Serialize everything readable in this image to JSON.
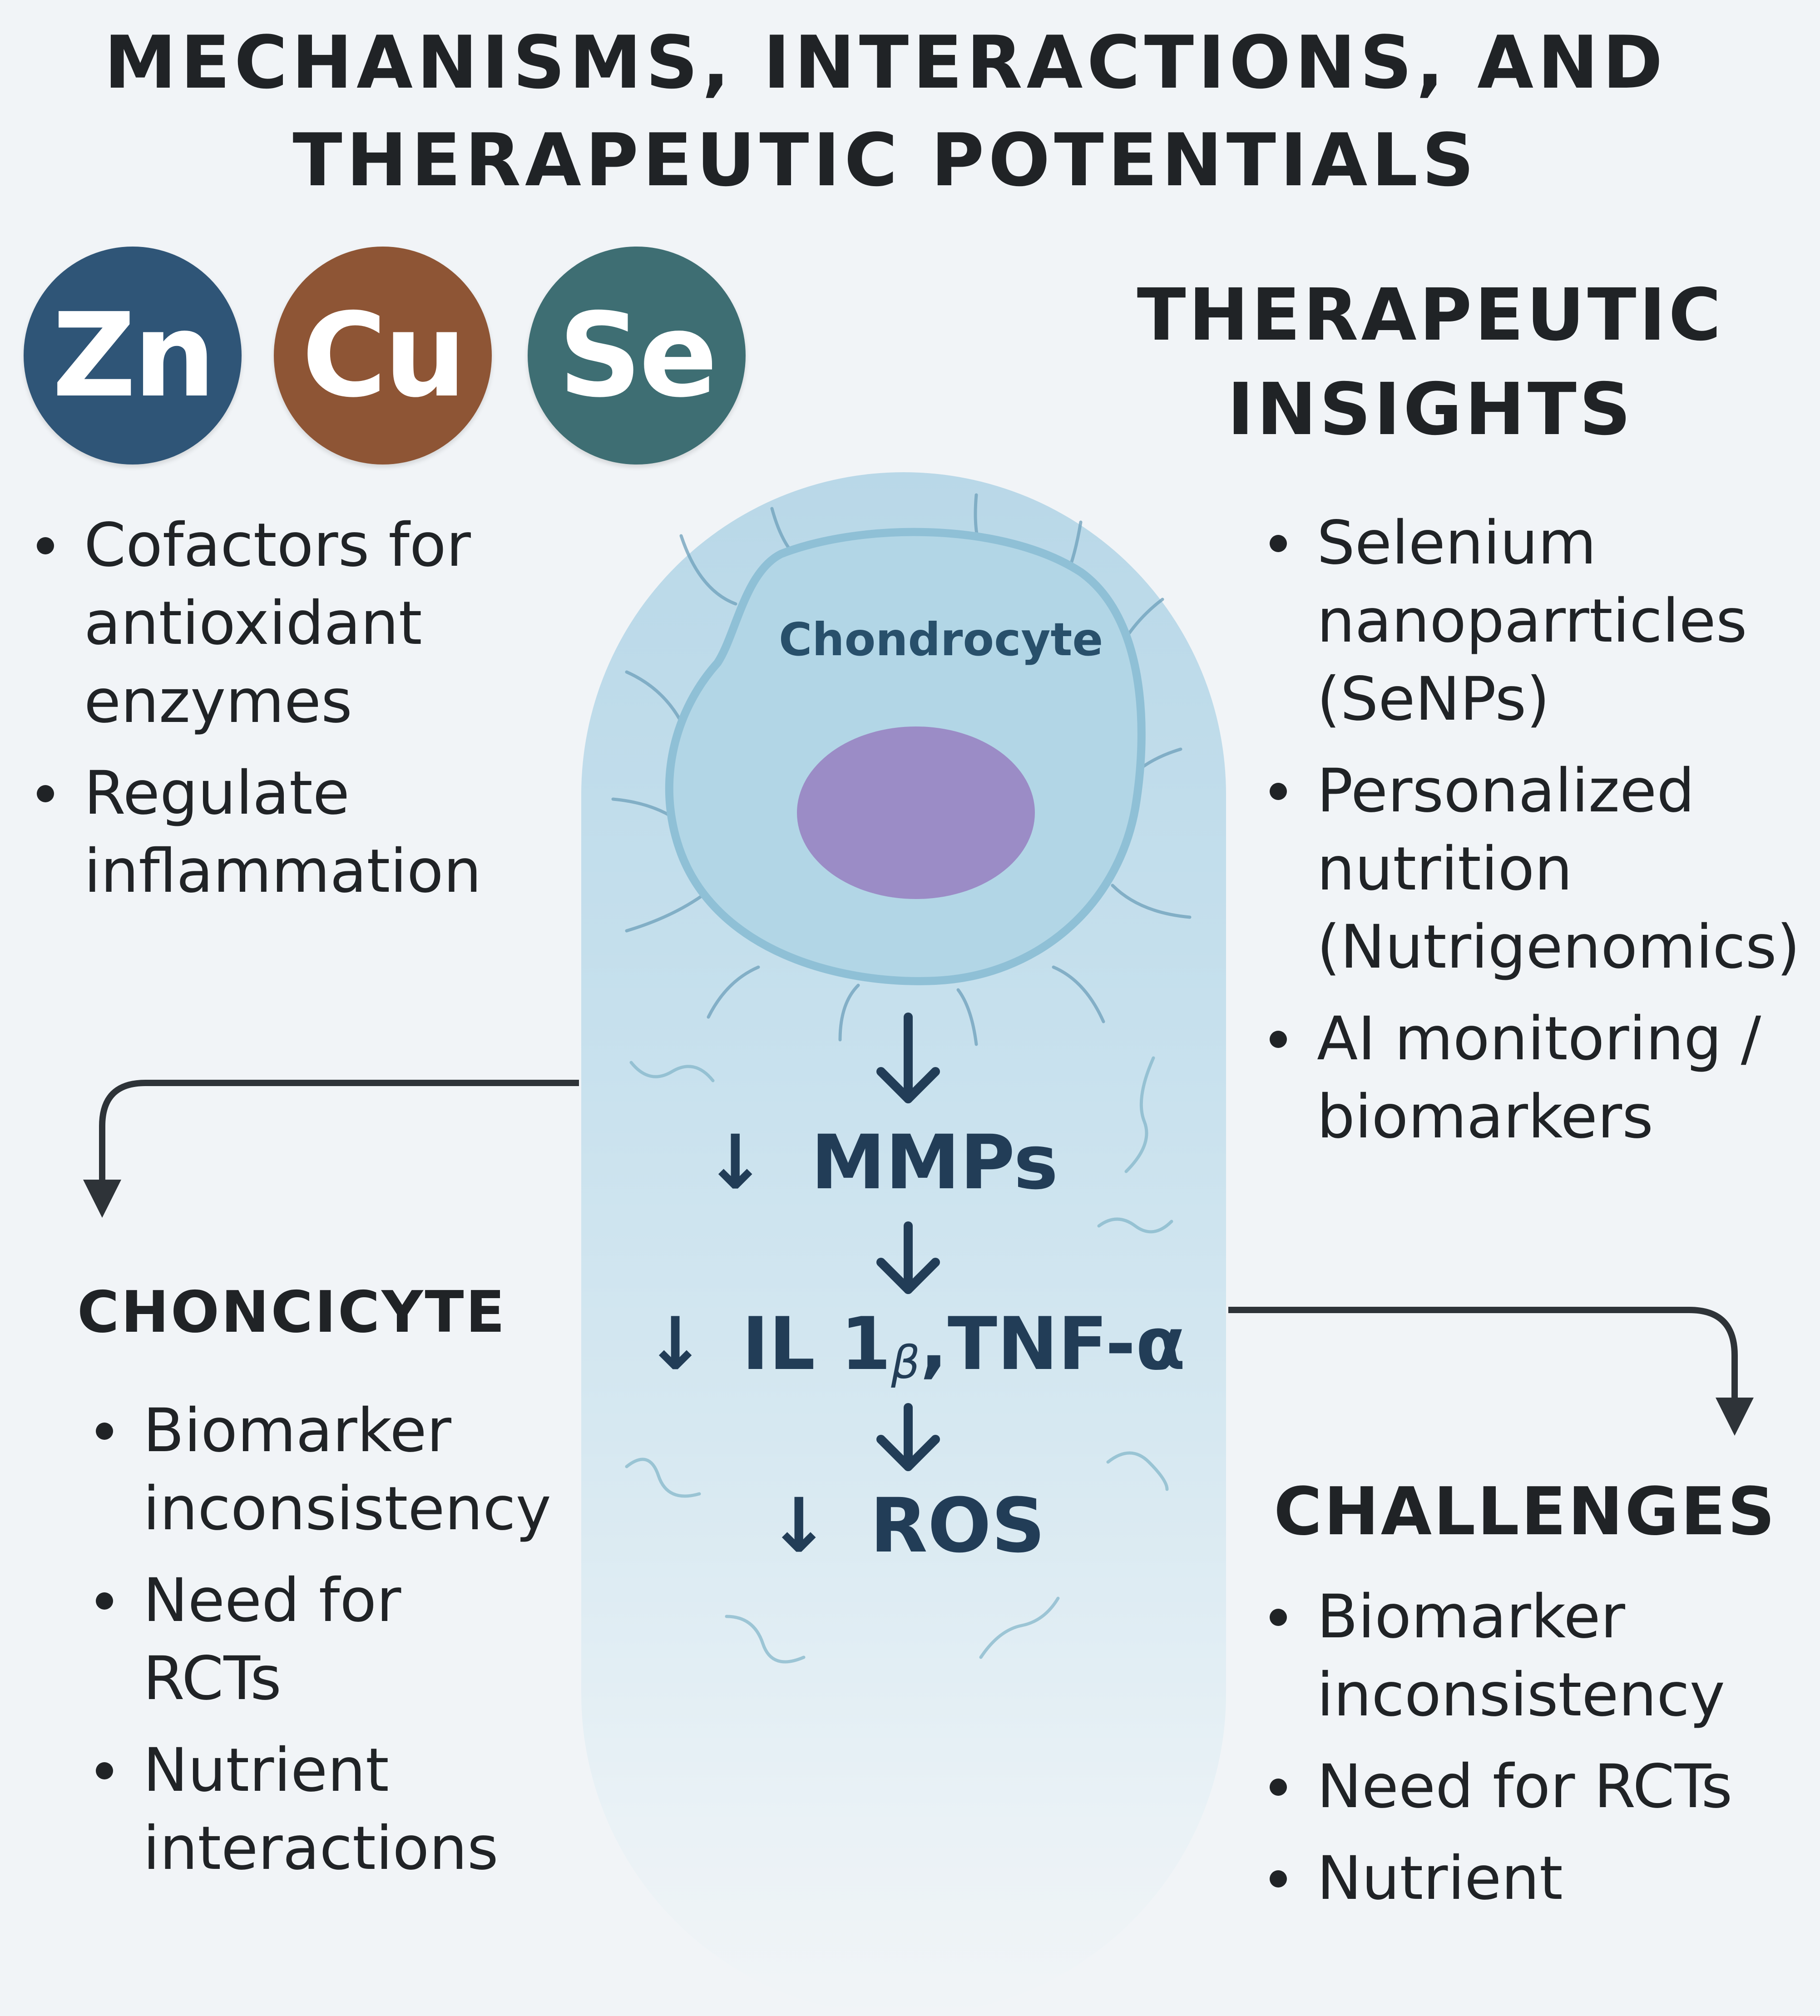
{
  "title": {
    "line1": "MECHANISMS, INTERACTIONS, AND",
    "line2": "THERAPEUTIC POTENTIALS"
  },
  "elements": [
    {
      "symbol": "Zn",
      "color": "#2f5577"
    },
    {
      "symbol": "Cu",
      "color": "#8e5535"
    },
    {
      "symbol": "Se",
      "color": "#3e6e73"
    }
  ],
  "mechanisms": {
    "items": [
      [
        "Cofactors for",
        "antioxidant",
        "enzymes"
      ],
      [
        "Regulate",
        "inflammation"
      ]
    ]
  },
  "therapeutic": {
    "heading_line1": "THERAPEUTIC",
    "heading_line2": "INSIGHTS",
    "items": [
      [
        "Selenium",
        "nanoparrticles",
        "(SeNPs)"
      ],
      [
        "Personalized",
        "nutrition",
        "(Nutrigenomics)"
      ],
      [
        "AI monitoring /",
        "biomarkers"
      ]
    ]
  },
  "cell": {
    "label": "Chondrocyte",
    "membrane_color": "#a9d0e2",
    "nucleus_color": "#9b8cc6"
  },
  "cascade": {
    "step1": "MMPs",
    "step2_main": "IL 1",
    "step2_sub": "β",
    "step2_rest": ",TNF-α",
    "step3": "ROS",
    "arrow_color": "#223d57"
  },
  "left_section": {
    "heading": "CHONCICYTE",
    "items": [
      [
        "Biomarker",
        "inconsistency"
      ],
      [
        "Need for",
        "RCTs"
      ],
      [
        "Nutrient",
        "interactions"
      ]
    ]
  },
  "challenges": {
    "heading": "CHALLENGES",
    "items": [
      [
        "Biomarker",
        "inconsistency"
      ],
      [
        "Need for RCTs"
      ],
      [
        "Nutrient"
      ]
    ]
  }
}
